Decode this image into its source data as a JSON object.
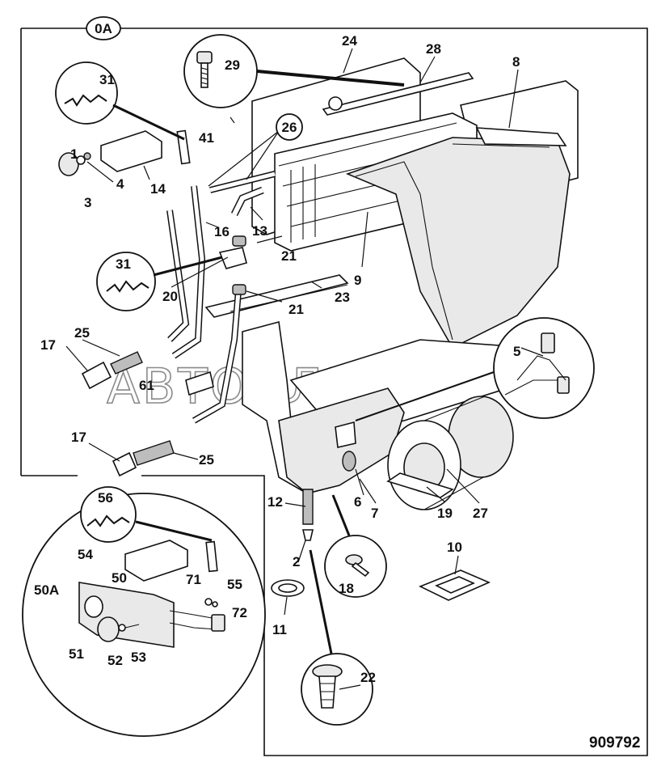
{
  "reference_number": "909792",
  "watermark": "АВТОАЛЬЯНС",
  "group_label": "0A",
  "callouts": {
    "c1": "1",
    "c2": "2",
    "c3": "3",
    "c4": "4",
    "c5": "5",
    "c6": "6",
    "c7": "7",
    "c8": "8",
    "c9": "9",
    "c10": "10",
    "c11": "11",
    "c12": "12",
    "c13": "13",
    "c14": "14",
    "c16": "16",
    "c17a": "17",
    "c17b": "17",
    "c18": "18",
    "c19": "19",
    "c20": "20",
    "c21a": "21",
    "c21b": "21",
    "c22": "22",
    "c23": "23",
    "c24": "24",
    "c25a": "25",
    "c25b": "25",
    "c26": "26",
    "c27": "27",
    "c28": "28",
    "c29": "29",
    "c31a": "31",
    "c31b": "31",
    "c41": "41",
    "c50": "50",
    "c50a": "50A",
    "c51": "51",
    "c52": "52",
    "c53": "53",
    "c54": "54",
    "c55": "55",
    "c56": "56",
    "c61": "61",
    "c71": "71",
    "c72": "72"
  }
}
